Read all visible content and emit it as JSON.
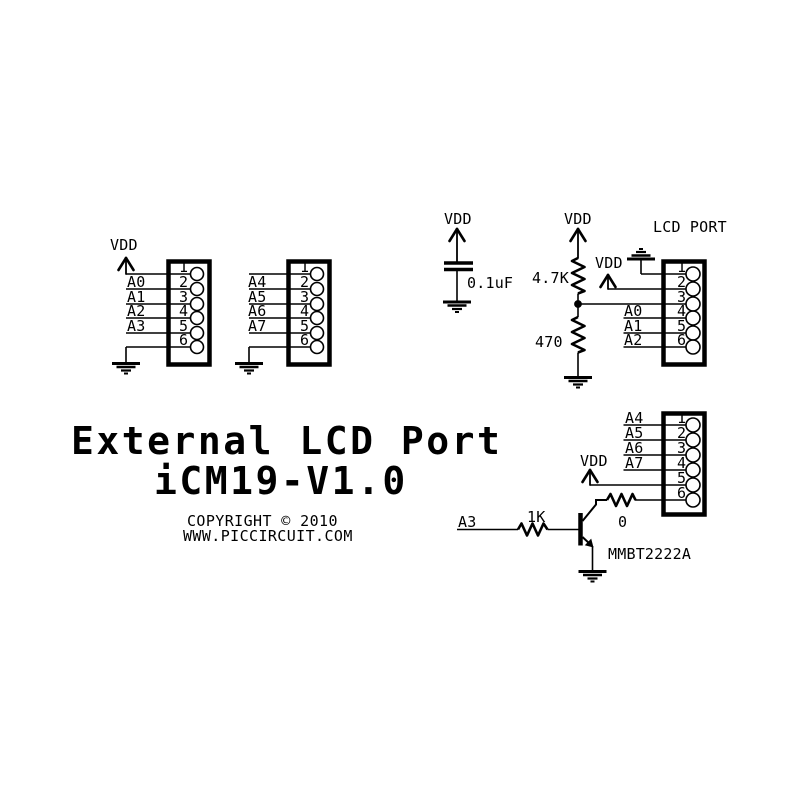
{
  "schematic": {
    "power_net": "VDD",
    "title": {
      "line1": "External LCD Port",
      "line2": "iCM19-V1.0",
      "copyright": "COPYRIGHT © 2010",
      "website": "WWW.PICCIRCUIT.COM"
    },
    "connectors": {
      "j1": {
        "pins": [
          "1",
          "2",
          "3",
          "4",
          "5",
          "6"
        ],
        "signals": [
          "A0",
          "A1",
          "A2",
          "A3"
        ]
      },
      "j2": {
        "pins": [
          "1",
          "2",
          "3",
          "4",
          "5",
          "6"
        ],
        "signals": [
          "A4",
          "A5",
          "A6",
          "A7"
        ]
      },
      "lcd": {
        "label": "LCD PORT",
        "pins": [
          "1",
          "2",
          "3",
          "4",
          "5",
          "6"
        ],
        "signals": [
          "A0",
          "A1",
          "A2"
        ]
      },
      "j4": {
        "pins": [
          "1",
          "2",
          "3",
          "4",
          "5",
          "6"
        ],
        "signals": [
          "A4",
          "A5",
          "A6",
          "A7"
        ]
      }
    },
    "components": {
      "capacitor": "0.1uF",
      "pullup_resistor": "4.7K",
      "pulldown_resistor": "470",
      "base_resistor": "1K",
      "series_resistor": "0",
      "transistor": "MMBT2222A",
      "base_signal": "A3"
    },
    "colors": {
      "ink": "#000000",
      "paper": "#ffffff"
    }
  }
}
